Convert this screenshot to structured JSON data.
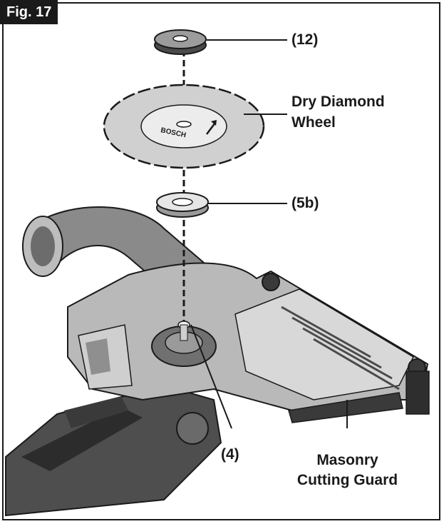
{
  "figure": {
    "tag": "Fig. 17"
  },
  "callouts": {
    "flange_nut": "(12)",
    "wheel_line1": "Dry Diamond",
    "wheel_line2": "Wheel",
    "mounting_flange": "(5b)",
    "spindle": "(4)",
    "guard_line1": "Masonry",
    "guard_line2": "Cutting Guard"
  },
  "blade_brand": "BOSCH",
  "colors": {
    "ink": "#1a1a1a",
    "tool_body": "#555555",
    "guard": "#b8b8b8",
    "blade": "#d9d9d9"
  }
}
